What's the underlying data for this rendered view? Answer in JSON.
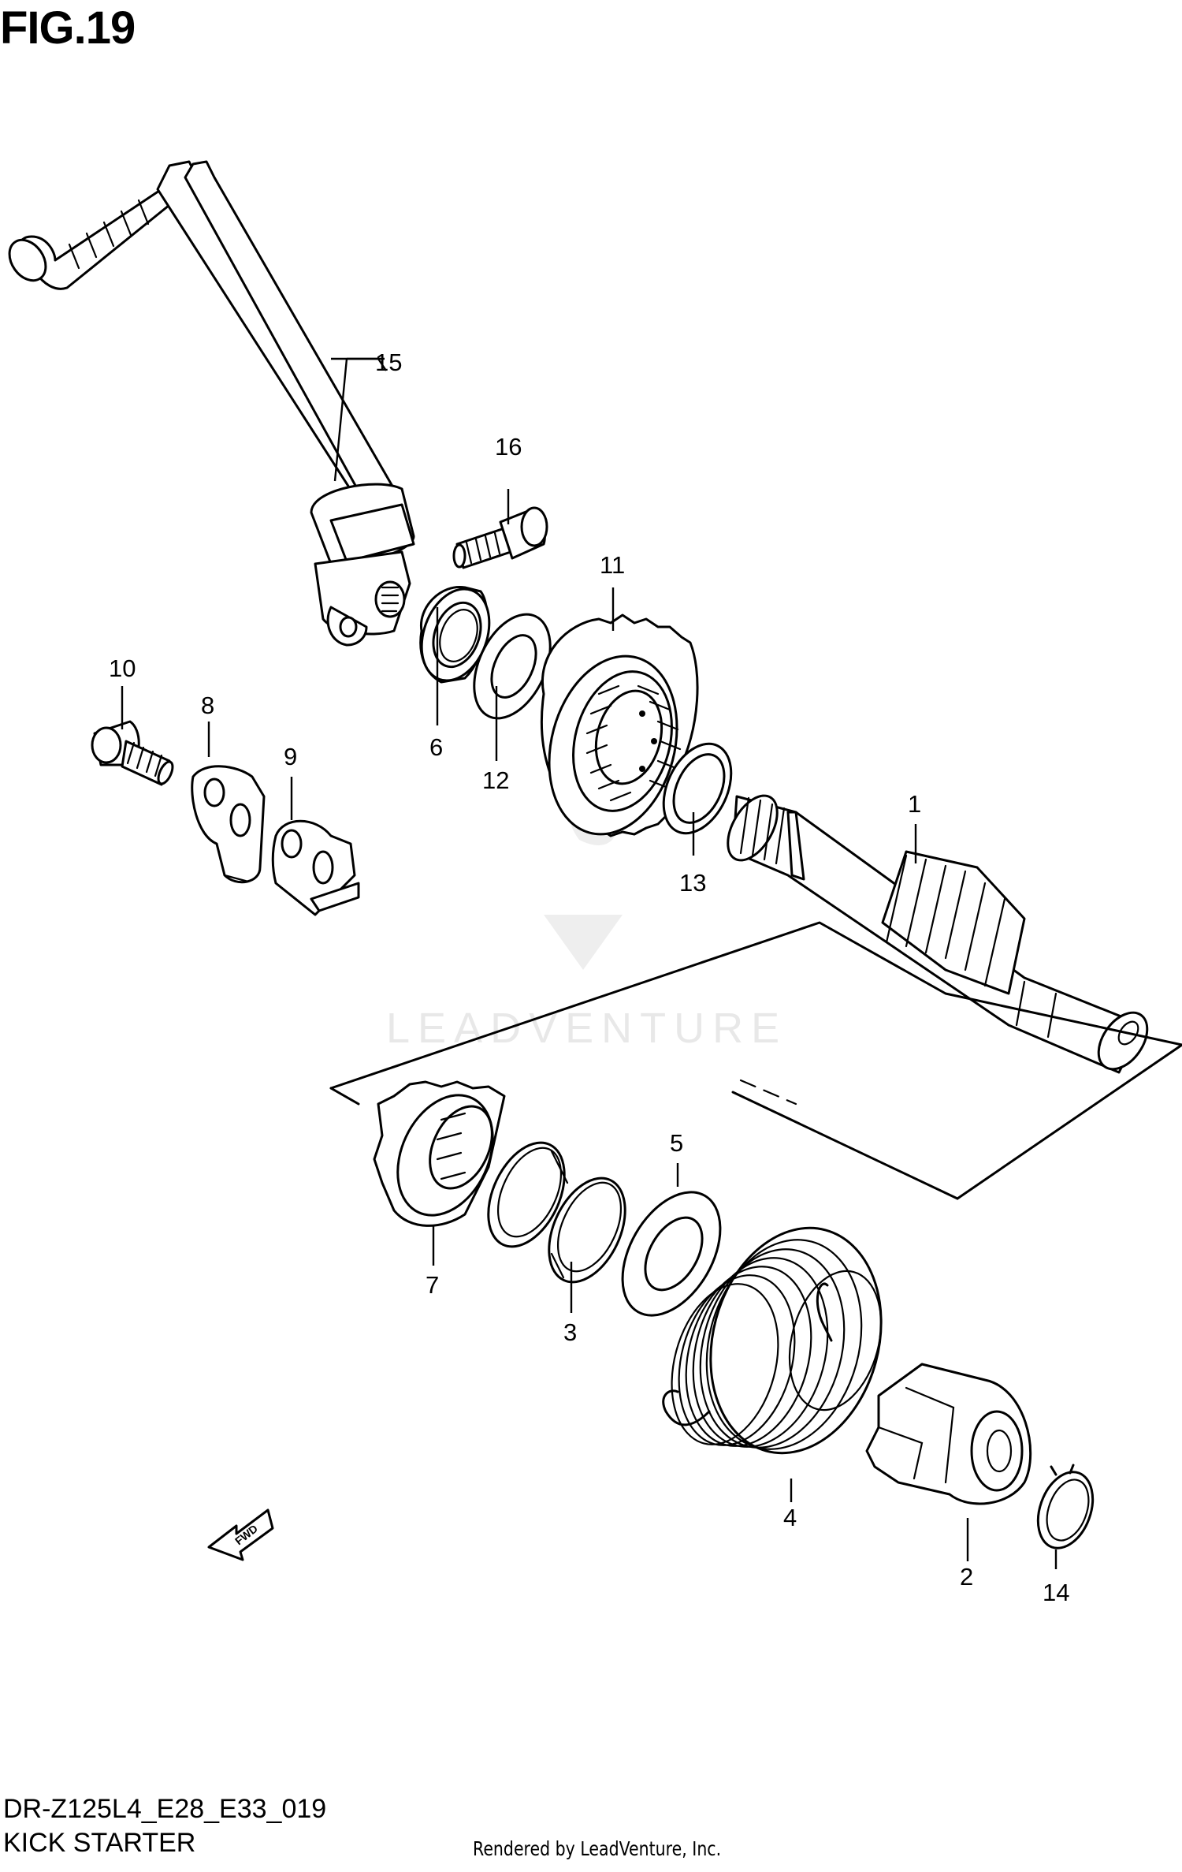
{
  "figure": {
    "title": "FIG.19",
    "code": "DR-Z125L4_E28_E33_019",
    "name": "KICK STARTER",
    "rendered_by": "Rendered by LeadVenture, Inc.",
    "watermark": "LEADVENTURE",
    "fwd_label": "FWD"
  },
  "callouts": [
    {
      "id": "1",
      "label": "1"
    },
    {
      "id": "2",
      "label": "2"
    },
    {
      "id": "3",
      "label": "3"
    },
    {
      "id": "4",
      "label": "4"
    },
    {
      "id": "5",
      "label": "5"
    },
    {
      "id": "6",
      "label": "6"
    },
    {
      "id": "7",
      "label": "7"
    },
    {
      "id": "8",
      "label": "8"
    },
    {
      "id": "9",
      "label": "9"
    },
    {
      "id": "10",
      "label": "10"
    },
    {
      "id": "11",
      "label": "11"
    },
    {
      "id": "12",
      "label": "12"
    },
    {
      "id": "13",
      "label": "13"
    },
    {
      "id": "14",
      "label": "14"
    },
    {
      "id": "15",
      "label": "15"
    },
    {
      "id": "16",
      "label": "16"
    }
  ]
}
